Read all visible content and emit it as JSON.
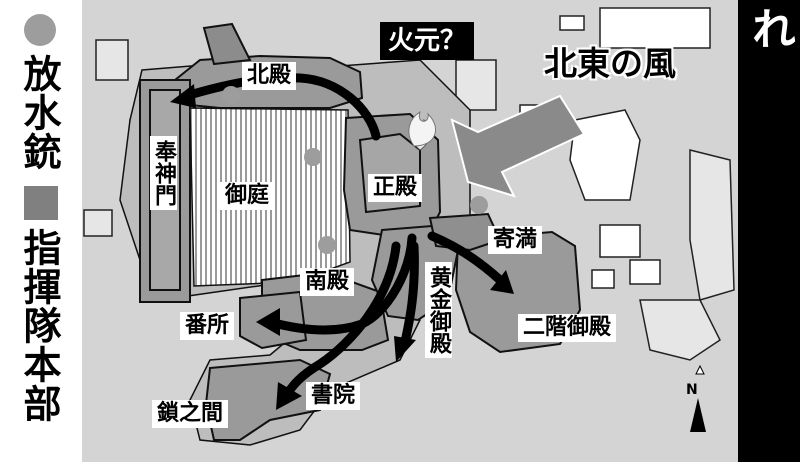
{
  "title": "首里城火災の延焼の流れ",
  "legend": {
    "hydrant_label": "放水銃",
    "hq_label": "指揮隊本部",
    "hydrant_color": "#9d9d9d",
    "hq_color": "#808080"
  },
  "origin_label": "火元？",
  "wind_label": "北東の風",
  "north_label": "N",
  "buildings": {
    "hokuden": "北殿",
    "houshinmon": "奉神門",
    "unaa": "御庭",
    "seiden": "正殿",
    "yorimitsu": "寄満",
    "nanden": "南殿",
    "ougon_goten": "黄金御殿",
    "nikai_goten": "二階御殿",
    "bansho": "番所",
    "shoin": "書院",
    "sasu_no_ma": "鎖之間"
  },
  "colors": {
    "background": "#d4d4d4",
    "building": "#9a9a9a",
    "building_outline": "#111111",
    "courtyard_stripe": "#9a9a9a",
    "arrow": "#000000",
    "wind_arrow": "#8a8a8a",
    "title_bg": "#000000",
    "title_text": "#ffffff"
  }
}
